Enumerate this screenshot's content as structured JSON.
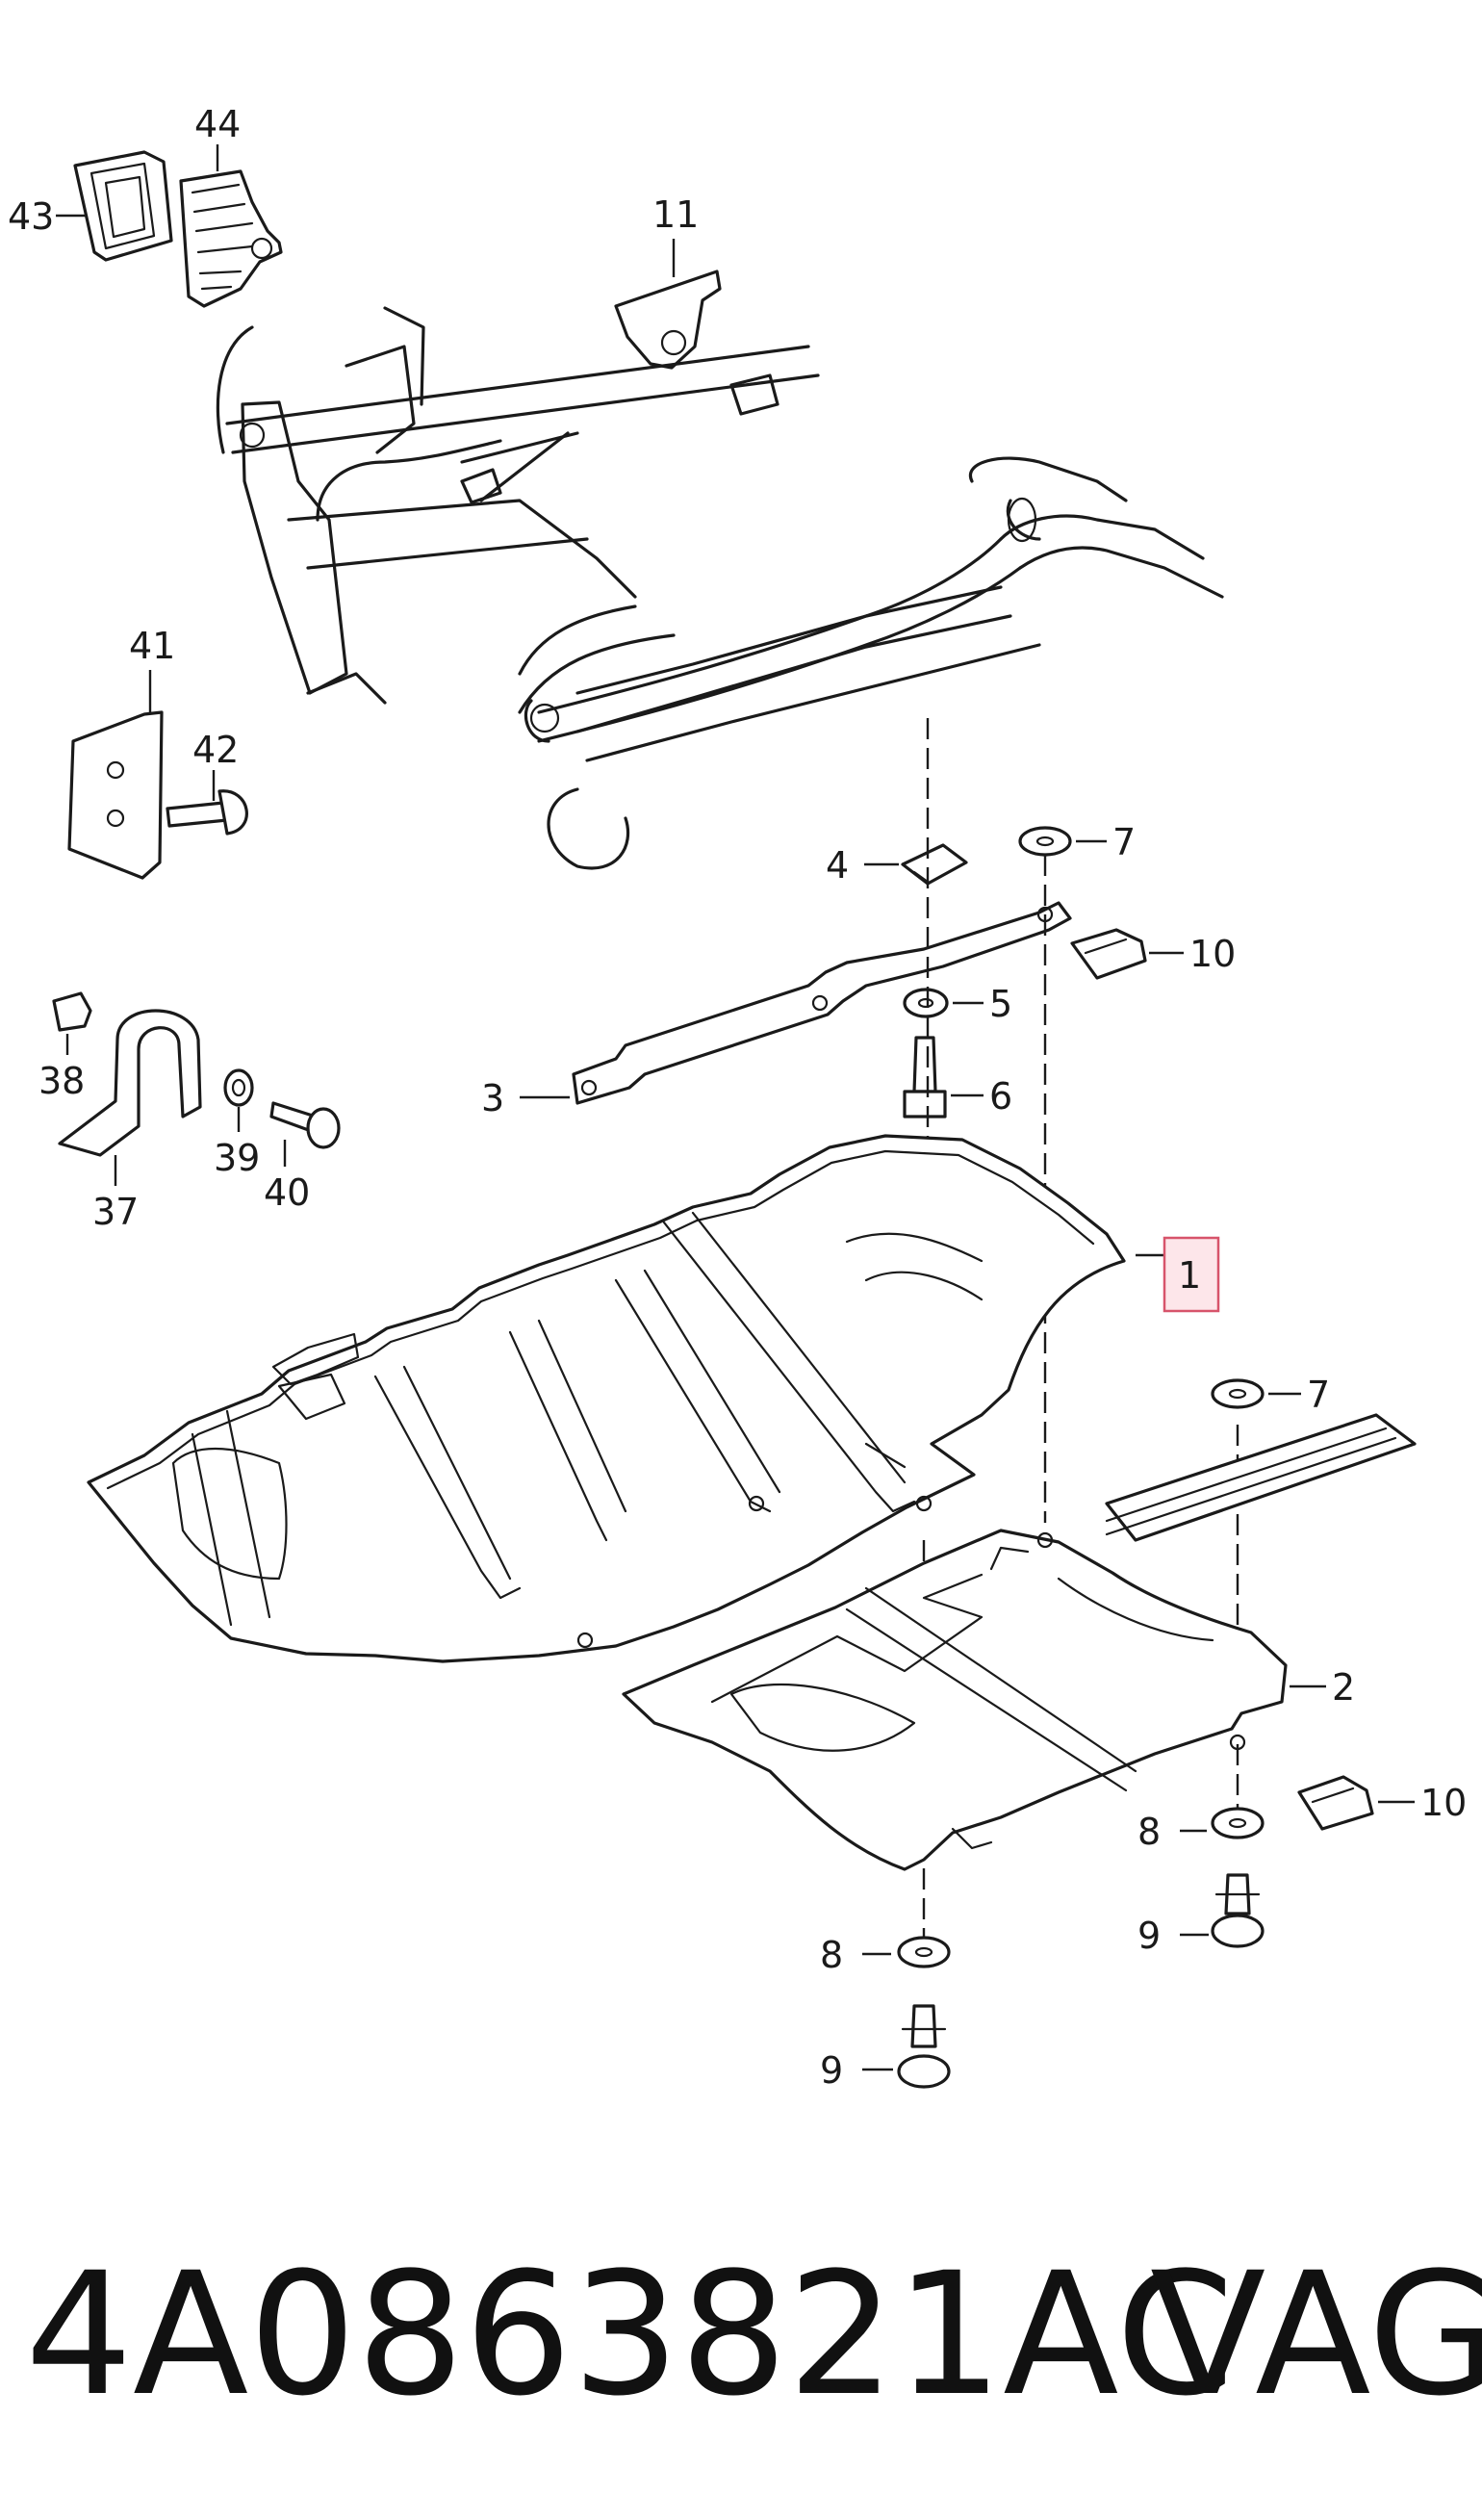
{
  "callouts": {
    "c1": "1",
    "c2": "2",
    "c3": "3",
    "c4": "4",
    "c5": "5",
    "c6": "6",
    "c7a": "7",
    "c7b": "7",
    "c8a": "8",
    "c8b": "8",
    "c9a": "9",
    "c9b": "9",
    "c10a": "10",
    "c10b": "10",
    "c11": "11",
    "c37": "37",
    "c38": "38",
    "c39": "39",
    "c40": "40",
    "c41": "41",
    "c42": "42",
    "c43": "43",
    "c44": "44"
  },
  "highlighted_callout": "1",
  "footer": {
    "part_number": "4A0863821AC",
    "brand": "VAG"
  },
  "colors": {
    "line": "#1a1a1a",
    "highlight_fill": "#fde6ea",
    "highlight_border": "#d7546b"
  }
}
